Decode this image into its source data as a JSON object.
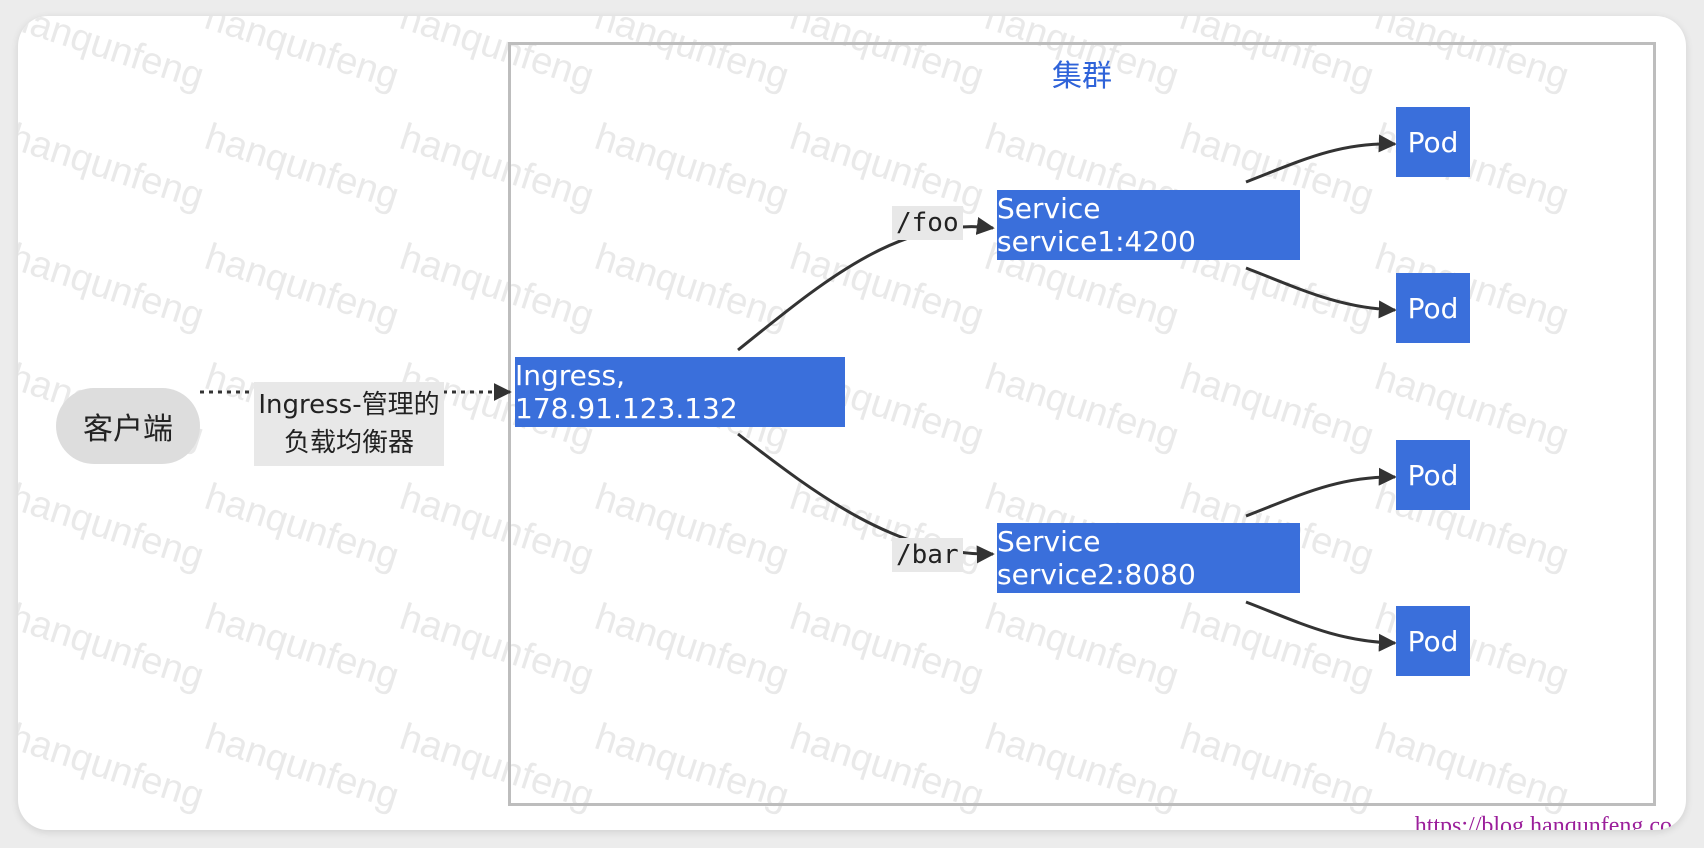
{
  "cluster": {
    "title": "集群"
  },
  "client": {
    "label": "客户端"
  },
  "load_balancer_label": "Ingress-管理的\n负载均衡器",
  "ingress": {
    "label": "Ingress, 178.91.123.132"
  },
  "routes": [
    {
      "path": "/foo",
      "service": "Service service1:4200",
      "pods": [
        "Pod",
        "Pod"
      ]
    },
    {
      "path": "/bar",
      "service": "Service service2:8080",
      "pods": [
        "Pod",
        "Pod"
      ]
    }
  ],
  "watermark": "hanqunfeng",
  "url_text": "https://blog.hanqunfeng.co",
  "colors": {
    "node": "#3a6fdb",
    "cluster_title": "#2f63d9",
    "edge": "#333333"
  }
}
